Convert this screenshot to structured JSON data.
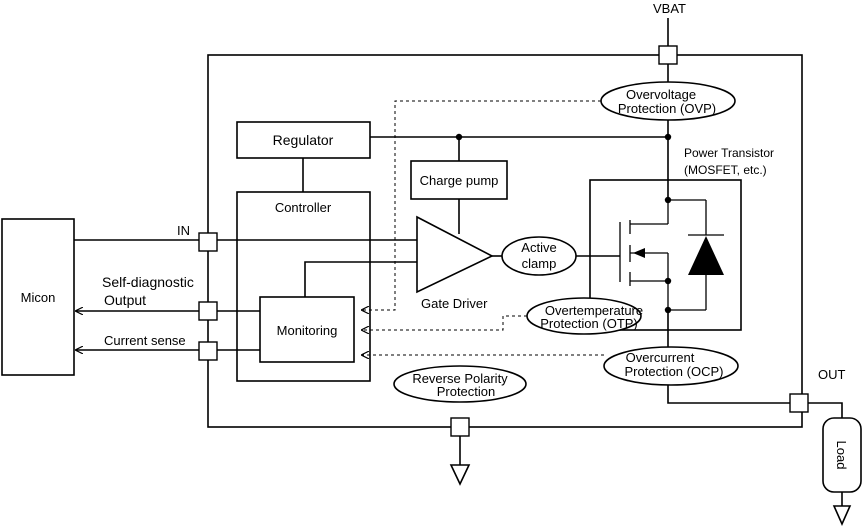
{
  "labels": {
    "vbat": "VBAT",
    "out": "OUT",
    "in": "IN",
    "self_diag_line1": "Self-diagnostic",
    "self_diag_line2": "Output",
    "current_sense": "Current sense",
    "micon": "Micon",
    "regulator": "Regulator",
    "controller": "Controller",
    "charge_pump": "Charge pump",
    "gate_driver": "Gate Driver",
    "monitoring": "Monitoring",
    "active_clamp_line1": "Active",
    "active_clamp_line2": "clamp",
    "power_transistor_line1": "Power Transistor",
    "power_transistor_line2": "(MOSFET, etc.)",
    "ovp_line1": "Overvoltage",
    "ovp_line2": "Protection (OVP)",
    "otp_line1": "Overtemperature",
    "otp_line2": "Protection (OTP)",
    "ocp_line1": "Overcurrent",
    "ocp_line2": "Protection (OCP)",
    "rpp_line1": "Reverse Polarity",
    "rpp_line2": "Protection",
    "load": "Load"
  }
}
